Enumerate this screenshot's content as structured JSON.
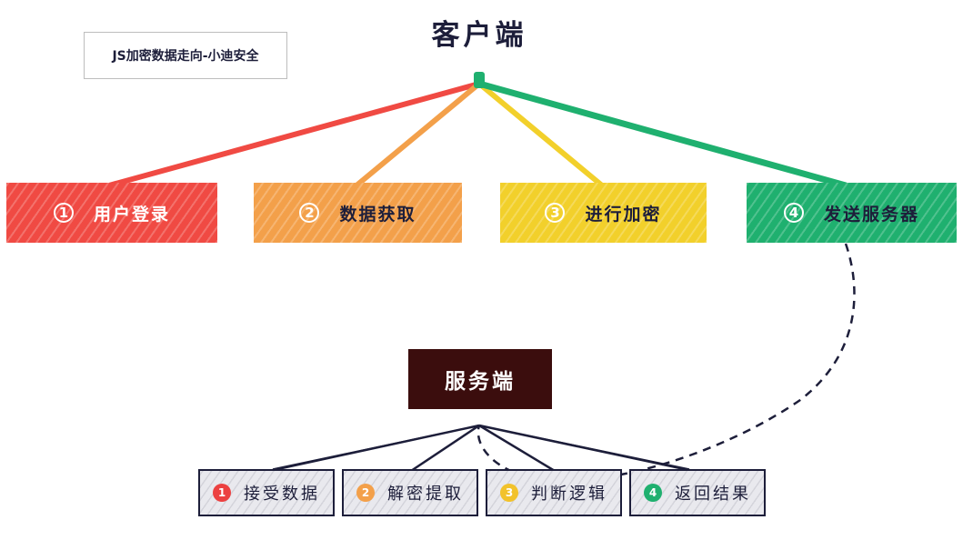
{
  "note": {
    "text": "JS加密数据走向-小迪安全"
  },
  "client": {
    "title": "客户端",
    "steps": [
      {
        "num": "1",
        "label": "用户登录",
        "color": "#f04a43"
      },
      {
        "num": "2",
        "label": "数据获取",
        "color": "#f3a04a"
      },
      {
        "num": "3",
        "label": "进行加密",
        "color": "#f2d02b"
      },
      {
        "num": "4",
        "label": "发送服务器",
        "color": "#1fb06f"
      }
    ]
  },
  "server": {
    "title": "服务端",
    "box_color": "#3b0d0d",
    "steps": [
      {
        "num": "1",
        "label": "接受数据",
        "color": "#ec4141"
      },
      {
        "num": "2",
        "label": "解密提取",
        "color": "#f3a04a"
      },
      {
        "num": "3",
        "label": "判断逻辑",
        "color": "#f2c22b"
      },
      {
        "num": "4",
        "label": "返回结果",
        "color": "#1fb06f"
      }
    ]
  },
  "colors": {
    "ink": "#1d1e3a",
    "dashed": "#1d1e3a"
  }
}
